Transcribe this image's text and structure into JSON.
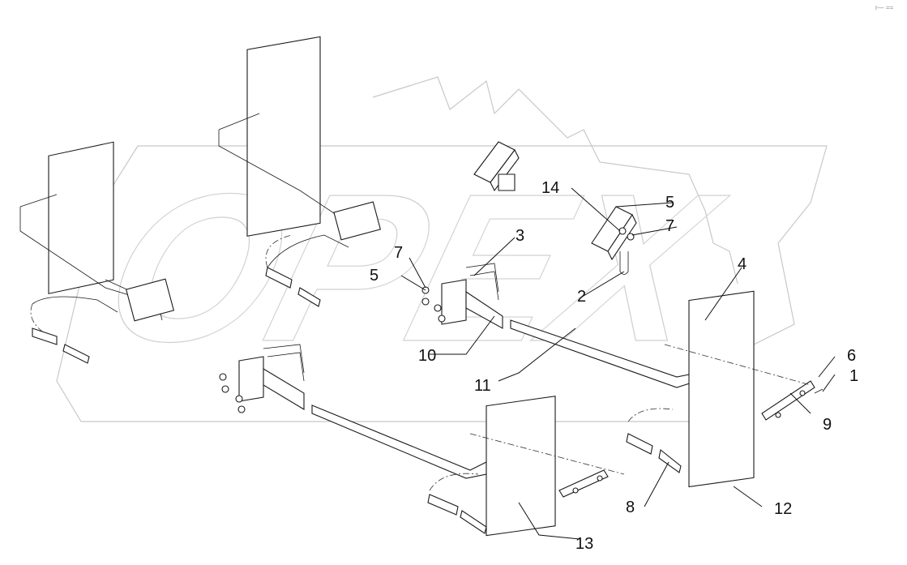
{
  "corner_mark": "r— ==",
  "watermark_text": "OPEX",
  "callouts": [
    {
      "id": "1",
      "label": "1"
    },
    {
      "id": "2",
      "label": "2"
    },
    {
      "id": "3",
      "label": "3"
    },
    {
      "id": "4",
      "label": "4"
    },
    {
      "id": "5a",
      "label": "5"
    },
    {
      "id": "5b",
      "label": "5"
    },
    {
      "id": "6",
      "label": "6"
    },
    {
      "id": "7a",
      "label": "7"
    },
    {
      "id": "7b",
      "label": "7"
    },
    {
      "id": "8",
      "label": "8"
    },
    {
      "id": "9",
      "label": "9"
    },
    {
      "id": "10",
      "label": "10"
    },
    {
      "id": "11",
      "label": "11"
    },
    {
      "id": "12",
      "label": "12"
    },
    {
      "id": "13",
      "label": "13"
    },
    {
      "id": "14",
      "label": "14"
    }
  ],
  "colors": {
    "line": "#1a1a1a",
    "watermark": "#c8c8c8",
    "background": "#ffffff"
  }
}
